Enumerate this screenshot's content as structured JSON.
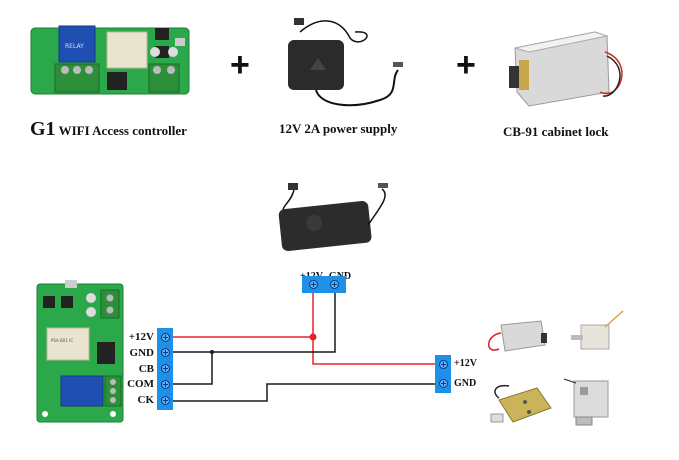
{
  "products": [
    {
      "id": "controller",
      "title_big": "G1",
      "title": "WIFI Access controller"
    },
    {
      "id": "power",
      "title": "12V 2A power supply"
    },
    {
      "id": "lock",
      "title": "CB-91 cabinet lock"
    }
  ],
  "plus_symbol": "+",
  "wiring": {
    "power_terminal": {
      "labels": [
        "+12V",
        "GND"
      ]
    },
    "controller_terminal": {
      "labels": [
        "+12V",
        "GND",
        "CB",
        "COM",
        "CK"
      ]
    },
    "lock_terminal": {
      "labels": [
        "+12V",
        "GND"
      ]
    },
    "colors": {
      "positive": "#e8222a",
      "ground": "#1a1a1a",
      "terminal": "#1e90e8"
    }
  }
}
